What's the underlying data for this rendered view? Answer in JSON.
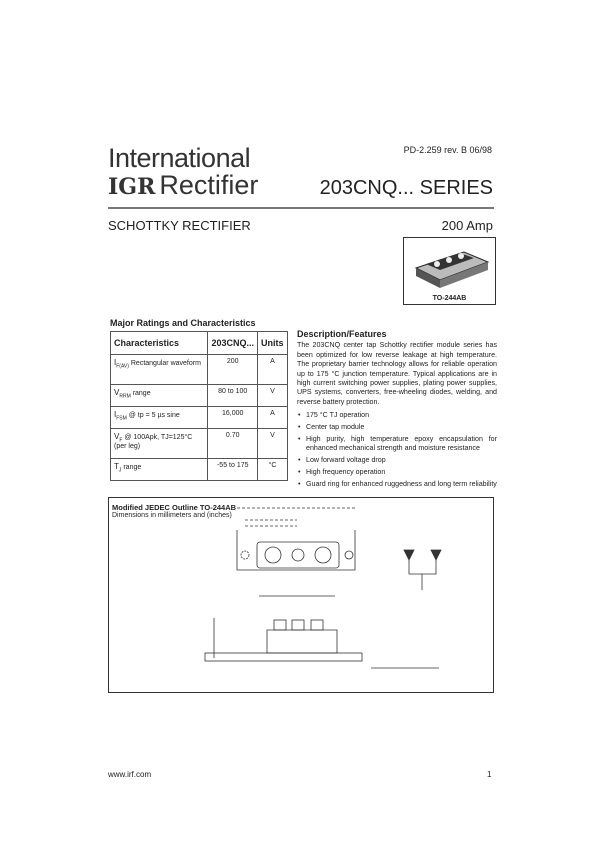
{
  "header": {
    "logo_line1": "International",
    "logo_mark": "IGR",
    "logo_line2": "Rectifier",
    "doc_number": "PD-2.259  rev. B  06/98",
    "series": "203CNQ... SERIES",
    "subtitle": "SCHOTTKY RECTIFIER",
    "rating": "200 Amp"
  },
  "package": {
    "label": "TO-244AB"
  },
  "ratings": {
    "title": "Major Ratings and Characteristics",
    "headers": [
      "Characteristics",
      "203CNQ...",
      "Units"
    ],
    "rows": [
      {
        "sym": "I",
        "sub": "F(AV)",
        "cond": "Rectangular waveform",
        "value": "200",
        "unit": "A"
      },
      {
        "sym": "V",
        "sub": "RRM",
        "cond": "range",
        "value": "80 to 100",
        "unit": "V"
      },
      {
        "sym": "I",
        "sub": "FSM",
        "cond": "@ tp = 5 µs sine",
        "value": "16,000",
        "unit": "A"
      },
      {
        "sym": "V",
        "sub": "F",
        "cond": "@ 100Apk, TJ=125°C (per leg)",
        "value": "0.70",
        "unit": "V"
      },
      {
        "sym": "T",
        "sub": "J",
        "cond": "range",
        "value": "-55 to 175",
        "unit": "°C"
      }
    ]
  },
  "description": {
    "title": "Description/Features",
    "text": "The 203CNQ center tap Schottky rectifier module series has been optimized for low reverse leakage at high temperature. The proprietary barrier technology allows for reliable operation up to 175 °C junction temperature. Typical applications are in high current switching power supplies, plating power supplies, UPS systems, converters, free-wheeling diodes, welding, and reverse battery protection.",
    "features": [
      "175 °C TJ operation",
      "Center tap module",
      "High purity, high temperature epoxy encapsulation for enhanced mechanical strength and moisture resistance",
      "Low forward voltage drop",
      "High frequency operation",
      "Guard ring for enhanced ruggedness and long term reliability"
    ]
  },
  "drawing": {
    "title": "Modified JEDEC Outline TO-244AB",
    "subtitle": "Dimensions in millimeters and (inches)"
  },
  "footer": {
    "url": "www.irf.com",
    "page": "1"
  }
}
